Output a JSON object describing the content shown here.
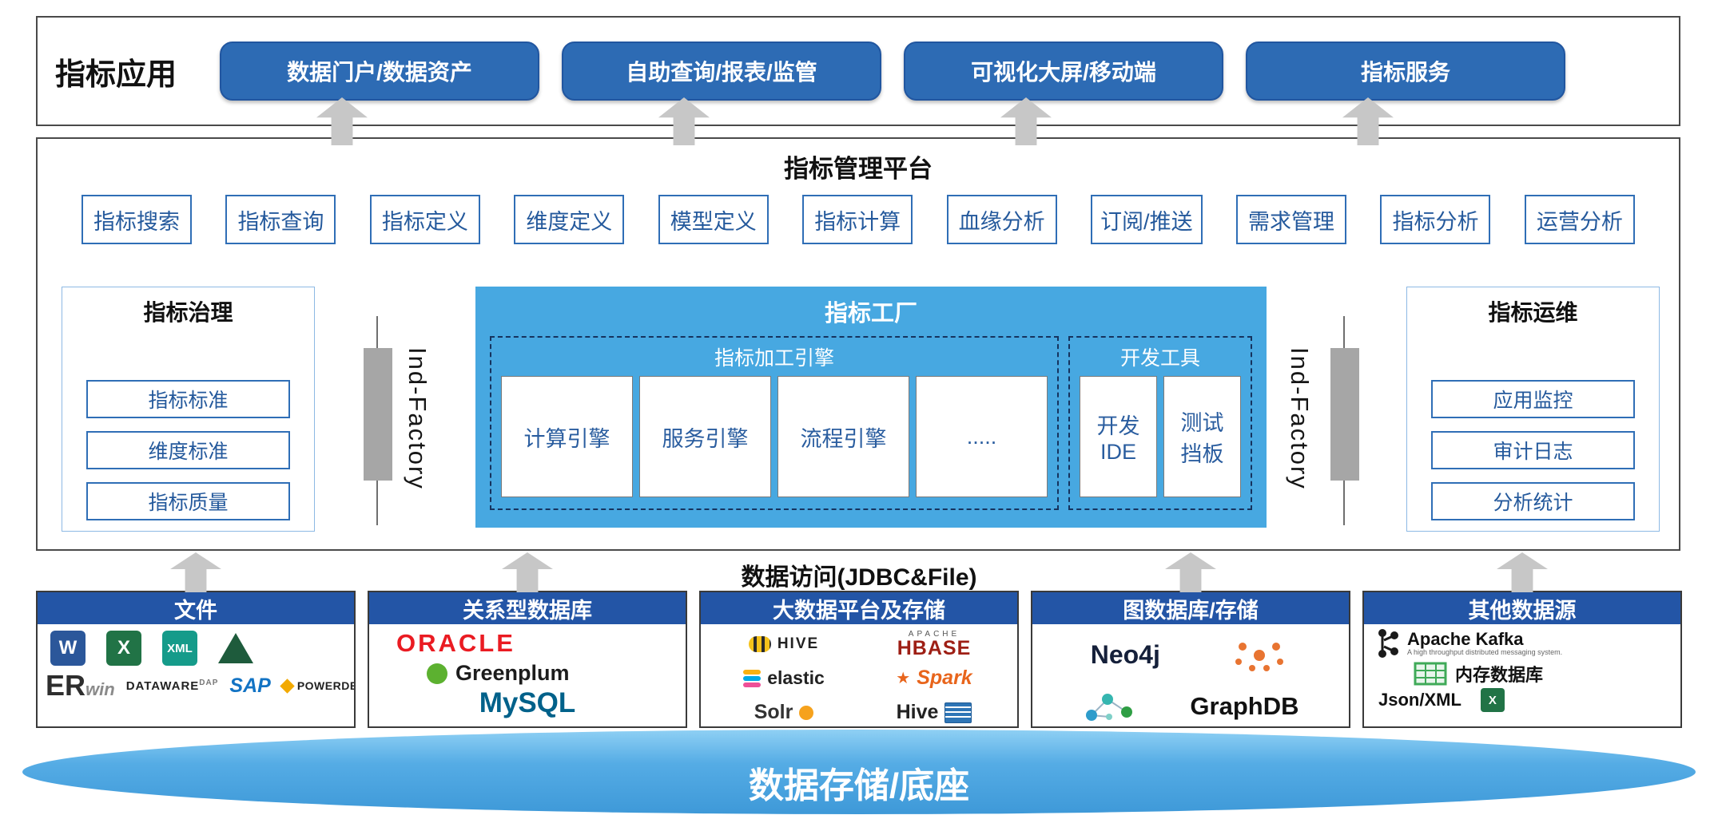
{
  "app_layer": {
    "label": "指标应用",
    "buttons": [
      "数据门户/数据资产",
      "自助查询/报表/监管",
      "可视化大屏/移动端",
      "指标服务"
    ]
  },
  "management": {
    "title": "指标管理平台",
    "items": [
      "指标搜索",
      "指标查询",
      "指标定义",
      "维度定义",
      "模型定义",
      "指标计算",
      "血缘分析",
      "订阅/推送",
      "需求管理",
      "指标分析",
      "运营分析"
    ]
  },
  "governance": {
    "title": "指标治理",
    "items": [
      "指标标准",
      "维度标准",
      "指标质量"
    ]
  },
  "factory": {
    "title": "指标工厂",
    "side_label": "Ind-Factory",
    "engine_group": {
      "title": "指标加工引擎",
      "items": [
        "计算引擎",
        "服务引擎",
        "流程引擎",
        "....."
      ]
    },
    "dev_group": {
      "title": "开发工具",
      "items": [
        "开发\nIDE",
        "测试\n挡板"
      ]
    }
  },
  "operations": {
    "title": "指标运维",
    "items": [
      "应用监控",
      "审计日志",
      "分析统计"
    ]
  },
  "data_access_label": "数据访问(JDBC&File)",
  "sources": {
    "files": {
      "title": "文件",
      "word": "W",
      "excel": "X",
      "xml": "XML",
      "erwin_er": "ER",
      "erwin_win": "win",
      "dataware": "DATAWARE",
      "dataware_sup": "DAP",
      "sap": "SAP",
      "powerdesigner": "POWERDESIGNER"
    },
    "rdbms": {
      "title": "关系型数据库",
      "oracle": "ORACLE",
      "greenplum": "Greenplum",
      "mysql": "MySQL"
    },
    "bigdata": {
      "title": "大数据平台及存储",
      "apache": "APACHE",
      "hive": "HIVE",
      "hbase": "HBASE",
      "elastic": "elastic",
      "spark": "Spark",
      "solr": "Solr",
      "hive2": "Hive"
    },
    "graph": {
      "title": "图数据库/存储",
      "neo4j": "Neo4j",
      "graphdb": "GraphDB"
    },
    "other": {
      "title": "其他数据源",
      "kafka": "Apache Kafka",
      "kafka_tagline": "A high throughput distributed messaging system.",
      "memdb": "内存数据库",
      "jsonxml": "Json/XML"
    }
  },
  "storage": {
    "label": "数据存储/底座"
  },
  "colors": {
    "primary_blue": "#2d6bb4",
    "header_blue": "#2355a6",
    "factory_blue": "#47a8e1",
    "outline_blue": "#2f6eb6",
    "arrow_gray": "#c7c7c7",
    "bar_gray": "#a6a6a6"
  }
}
